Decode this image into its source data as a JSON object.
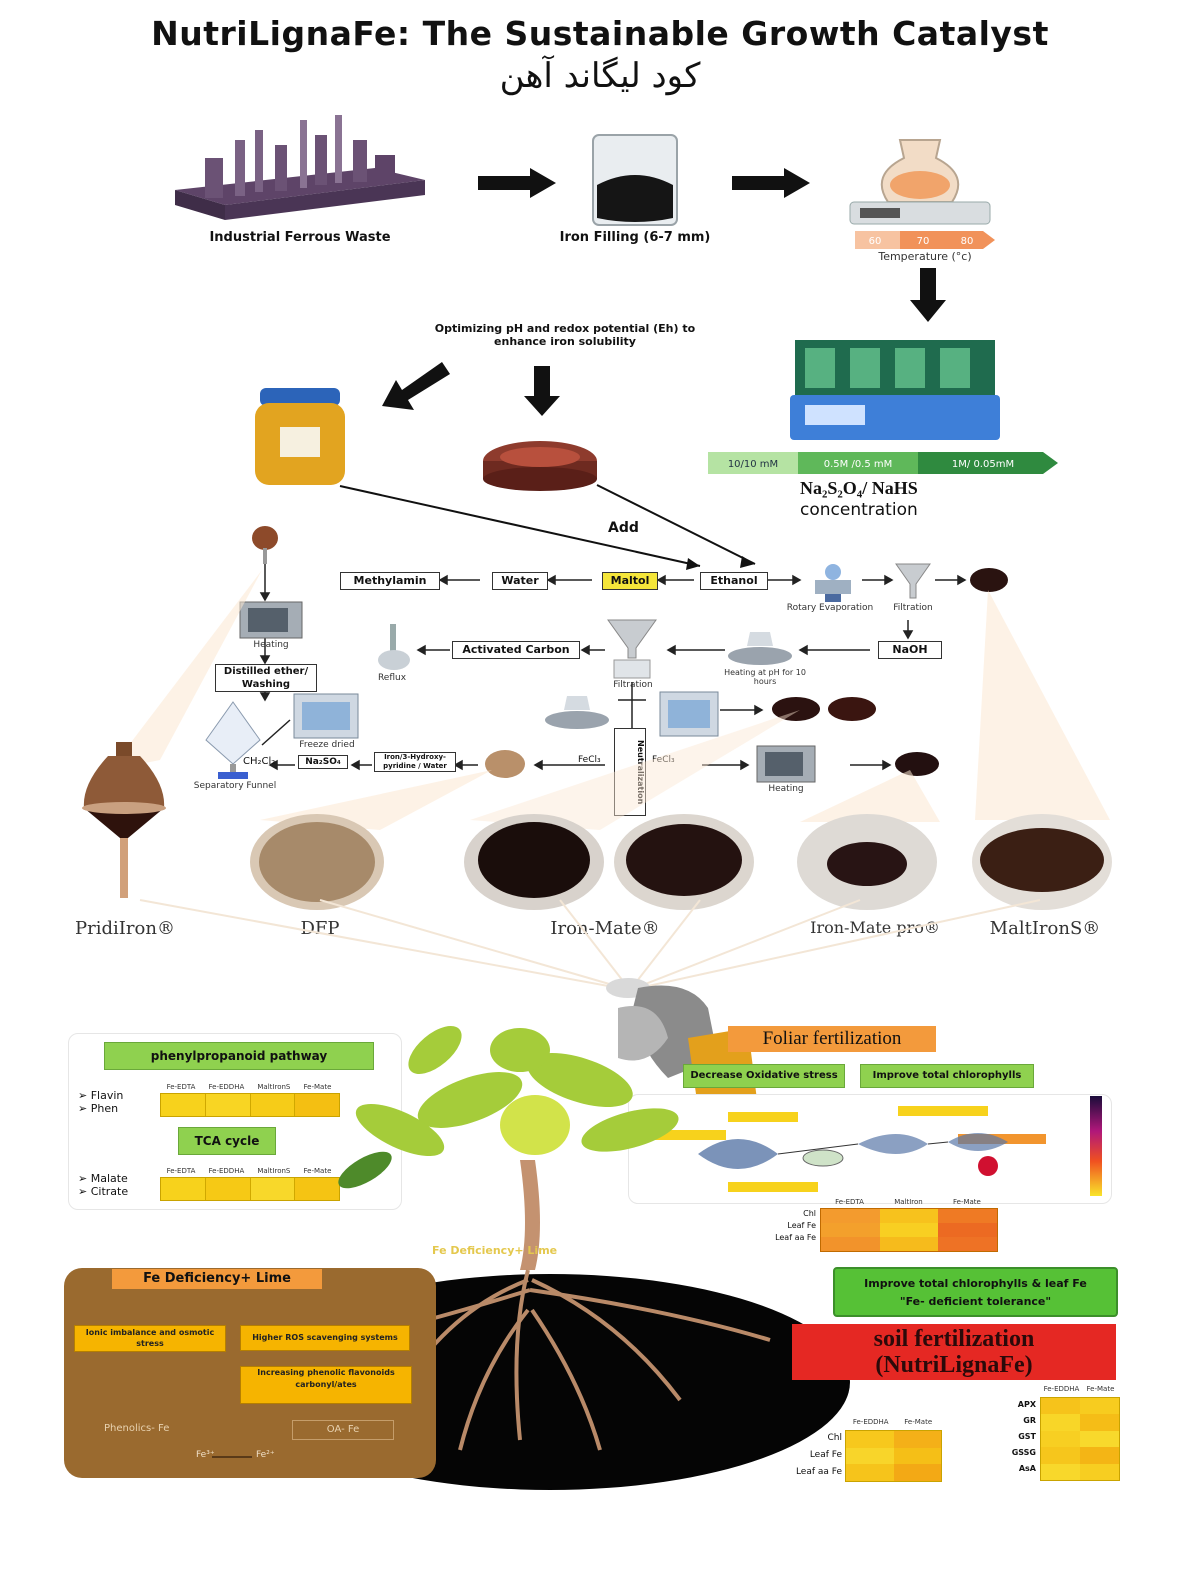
{
  "header": {
    "title": "NutriLignaFe: The Sustainable Growth Catalyst",
    "subtitle": "کود لیگاند آهن"
  },
  "process": {
    "step1": "Industrial Ferrous Waste",
    "step2": "Iron Filling (6-7 mm)",
    "temperature_label": "Temperature (°c)",
    "temp_values": [
      "60",
      "70",
      "80"
    ],
    "optimizing": "Optimizing pH and redox potential (Eh) to enhance iron solubility",
    "conc_values": [
      "10/10 mM",
      "0.5M /0.5 mM",
      "1M/ 0.05mM"
    ],
    "conc_formula": "Na₂S₂O₄/ NaHS",
    "conc_label": "concentration",
    "add_label": "Add"
  },
  "flow": {
    "methylamin": "Methylamin",
    "water": "Water",
    "maltol": "Maltol",
    "ethanol": "Ethanol",
    "rotary": "Rotary Evaporation",
    "filtration": "Filtration",
    "naoh": "NaOH",
    "activated_carbon": "Activated Carbon",
    "reflux": "Reflux",
    "heating_ph": "Heating at pH for 10 hours",
    "distilled_washing": "Distilled ether/ Washing",
    "heating": "Heating",
    "freeze_dried": "Freeze dried",
    "separatory": "Separatory Funnel",
    "ch2cl2": "CH₂Cl₂",
    "na2so4": "Na₂SO₄",
    "iron_pyridine": "Iron/3-Hydroxy-pyridine / Water",
    "fecl3_a": "FeCl₃",
    "fecl3_b": "FeCl₃",
    "neutralization": "Neutralization",
    "filtration2": "Filtration",
    "heating2": "Heating"
  },
  "products": [
    "PridiIron®",
    "DFP",
    "Iron-Mate®",
    "Iron-Mate pro®",
    "MaltIronS®"
  ],
  "foliar": {
    "label": "Foliar fertilization",
    "decrease": "Decrease Oxidative stress",
    "improve": "Improve total chlorophylls"
  },
  "pathways": {
    "phenyl": "phenylpropanoid pathway",
    "phenyl_items": [
      "Flavin",
      "Phen"
    ],
    "tca": "TCA cycle",
    "tca_items": [
      "Malate",
      "Citrate"
    ],
    "cols": [
      "Fe-EDTA",
      "Fe-EDDHA",
      "MaltIronS",
      "Fe-Mate"
    ]
  },
  "soil": {
    "fe_lime_center": "Fe Deficiency+ Lime",
    "fe_lime_box": "Fe Deficiency+ Lime",
    "ionic": "Ionic imbalance and osmotic stress",
    "higher_ros": "Higher ROS scavenging systems",
    "increasing": "Increasing phenolic flavonoids carbonyl/ates",
    "phenolics": "Phenolics- Fe",
    "oa": "OA- Fe",
    "fe_ratio_a": "Fe³⁺",
    "fe_ratio_b": "Fe²⁺",
    "improve_leaf": "Improve total chlorophylls & leaf Fe",
    "tolerance": "\"Fe- deficient tolerance\"",
    "soil_title_1": "soil fertilization",
    "soil_title_2": "(NutriLignaFe)",
    "heat_rows_small": [
      "Chl",
      "Leaf Fe",
      "Leaf aa Fe"
    ],
    "heat_cols_small": [
      "Fe-EDDHA",
      "Fe-Mate"
    ],
    "heat_rows_right": [
      "APX",
      "GR",
      "GST",
      "GSSG",
      "AsA"
    ],
    "heat_cols_right": [
      "Fe-EDDHA",
      "Fe-Mate"
    ],
    "heat_rows_mid": [
      "Chl",
      "Leaf Fe",
      "Leaf aa Fe"
    ],
    "heat_cols_mid": [
      "Fe-EDTA",
      "MaltIron",
      "Fe-Mate"
    ]
  },
  "colors": {
    "green_box": "#8fd14f",
    "orange": "#f39a3c",
    "red_box": "#e52823",
    "brown_panel": "#9a6a2f",
    "heat_yellow": "#f7d21c"
  }
}
